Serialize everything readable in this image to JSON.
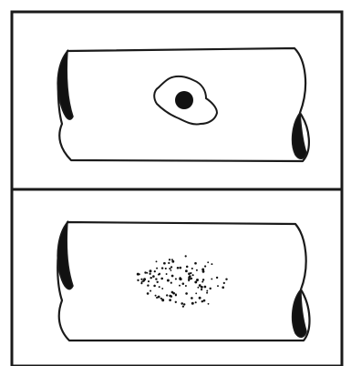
{
  "figure": {
    "panels": [
      {
        "id": "top",
        "defect_type": "single-pit"
      },
      {
        "id": "bottom",
        "defect_type": "scattered-pitting"
      }
    ],
    "colors": {
      "background": "#ffffff",
      "line": "#1a1a1a",
      "fill": "#111111"
    }
  }
}
